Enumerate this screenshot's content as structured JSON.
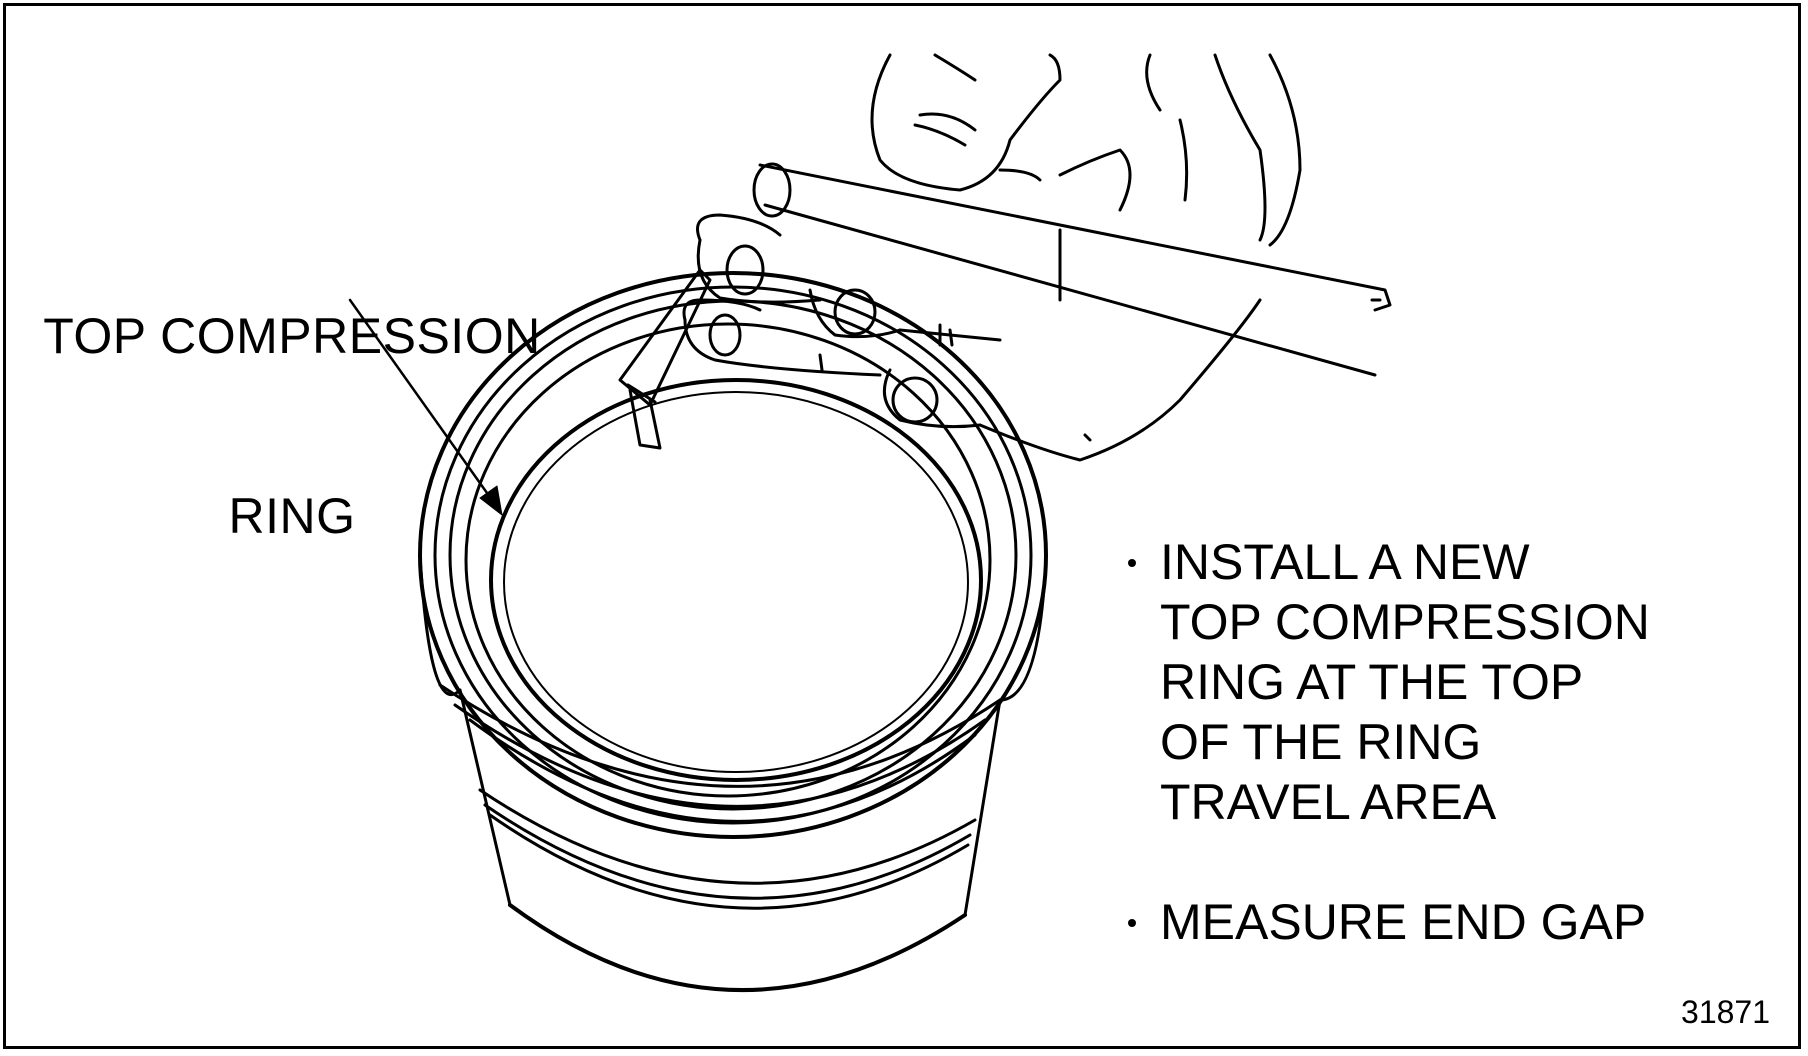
{
  "callout": {
    "lines": [
      "TOP COMPRESSION",
      "RING"
    ]
  },
  "instructions": [
    {
      "lines": [
        "INSTALL A NEW",
        "TOP COMPRESSION",
        "RING AT THE TOP",
        "OF THE RING",
        "TRAVEL AREA"
      ]
    },
    {
      "lines": [
        "MEASURE END GAP"
      ]
    }
  ],
  "figure_number": "31871",
  "icons": {
    "cylinder": "cylinder-liner-illustration",
    "hand": "hand-holding-feeler-gauge-illustration",
    "arrow": "callout-arrow"
  }
}
